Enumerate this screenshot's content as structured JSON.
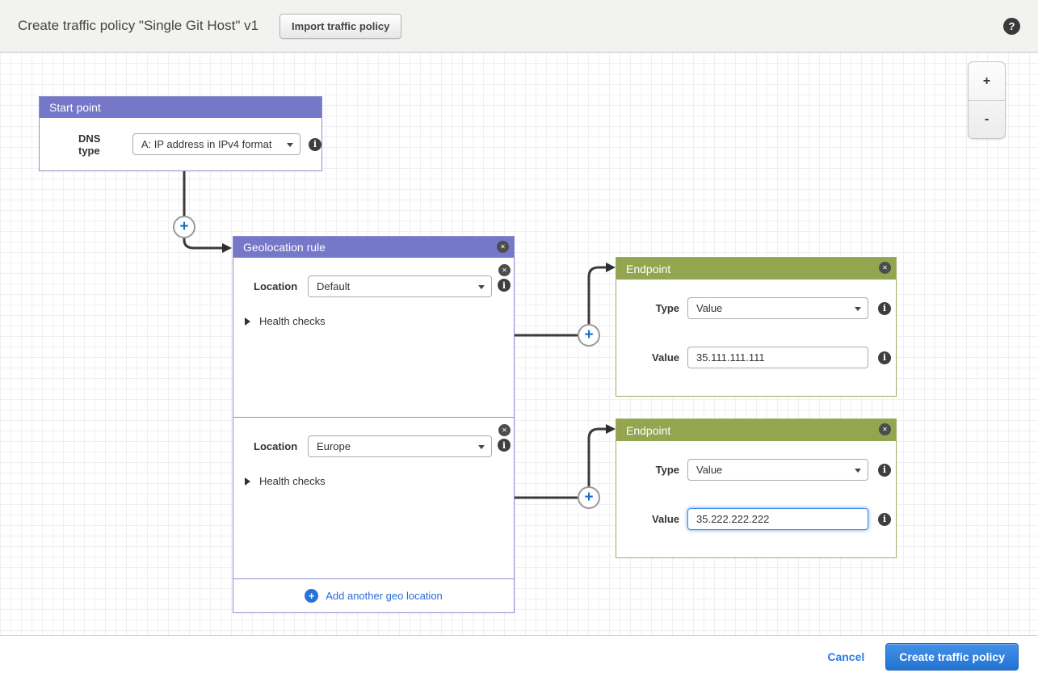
{
  "header": {
    "title": "Create traffic policy \"Single Git Host\" v1",
    "import_button_label": "Import traffic policy"
  },
  "canvas": {
    "zoom_in_label": "+",
    "zoom_out_label": "-",
    "start_point": {
      "title": "Start point",
      "dns_type_label": "DNS type",
      "dns_type_value": "A: IP address in IPv4 format"
    },
    "geolocation_rule": {
      "title": "Geolocation rule",
      "sections": [
        {
          "location_label": "Location",
          "location_value": "Default",
          "health_checks_label": "Health checks"
        },
        {
          "location_label": "Location",
          "location_value": "Europe",
          "health_checks_label": "Health checks"
        }
      ],
      "add_link_label": "Add another geo location"
    },
    "endpoints": [
      {
        "title": "Endpoint",
        "type_label": "Type",
        "type_value": "Value",
        "value_label": "Value",
        "value_text": "35.111.111.111",
        "focused": false
      },
      {
        "title": "Endpoint",
        "type_label": "Type",
        "type_value": "Value",
        "value_label": "Value",
        "value_text": "35.222.222.222",
        "focused": true
      }
    ]
  },
  "footer": {
    "cancel_label": "Cancel",
    "create_button_label": "Create traffic policy"
  },
  "icons": {
    "help": "?",
    "close": "✕",
    "info": "i",
    "connector_plus": "+",
    "add_plus": "+"
  },
  "colors": {
    "purple_header": "#7577c8",
    "green_header": "#94a550",
    "purple_border": "#8d8ecd",
    "green_border": "#9fab66",
    "connector": "#3b3b3b",
    "link_blue": "#2b6bd9",
    "button_blue_top": "#4490e8",
    "button_blue_bottom": "#2273d2",
    "focus_blue": "#3f8ce0"
  }
}
